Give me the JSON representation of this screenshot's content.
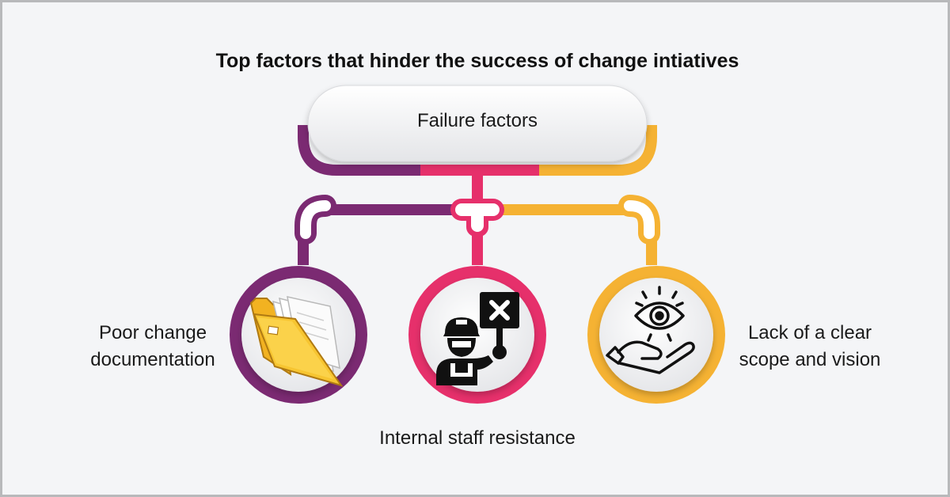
{
  "title": "Top factors that hinder the success of change intiatives",
  "root": {
    "label": "Failure factors"
  },
  "factors": [
    {
      "label_line1": "Poor change",
      "label_line2": "documentation",
      "color": "#7b2a72",
      "icon": "folder-icon"
    },
    {
      "label": "Internal staff resistance",
      "color": "#e6306b",
      "icon": "worker-protest-sign-icon"
    },
    {
      "label_line1": "Lack of a clear",
      "label_line2": "scope and vision",
      "color": "#f5b233",
      "icon": "eye-hand-icon"
    }
  ],
  "colors": {
    "background": "#f4f5f7",
    "border": "#b8b9bb",
    "text": "#1a1a1a"
  }
}
